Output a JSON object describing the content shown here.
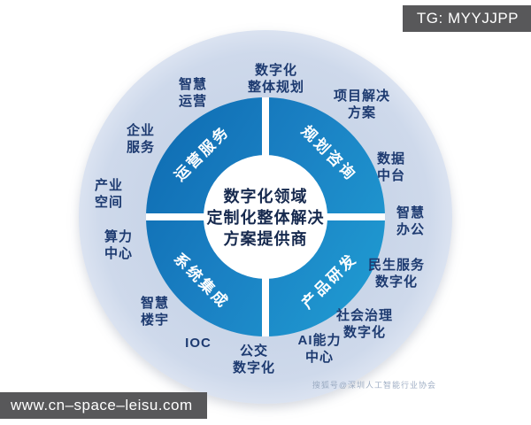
{
  "badges": {
    "telegram": "TG: MYYJJPP",
    "website": "www.cn–space–leisu.com"
  },
  "watermark": "搜狐号@深圳人工智能行业协会",
  "diagram": {
    "center": {
      "line1": "数字化领域",
      "line2": "定制化整体解决",
      "line3": "方案提供商"
    },
    "quadrants": {
      "top_left": "运营服务",
      "top_right": "规划咨询",
      "bottom_left": "系统集成",
      "bottom_right": "产品研发"
    },
    "outer": {
      "smart_operation": {
        "l1": "智慧",
        "l2": "运营"
      },
      "digital_overall_planning": {
        "l1": "数字化",
        "l2": "整体规划"
      },
      "project_solution": {
        "l1": "项目解决",
        "l2": "方案"
      },
      "data_platform": {
        "l1": "数据",
        "l2": "中台"
      },
      "smart_office": {
        "l1": "智慧",
        "l2": "办公"
      },
      "livelihood_digital": {
        "l1": "民生服务",
        "l2": "数字化"
      },
      "governance_digital": {
        "l1": "社会治理",
        "l2": "数字化"
      },
      "ai_capability_center": {
        "l1": "AI能力",
        "l2": "中心"
      },
      "bus_digital": {
        "l1": "公交",
        "l2": "数字化"
      },
      "ioc": {
        "l1": "IOC"
      },
      "smart_building": {
        "l1": "智慧",
        "l2": "楼宇"
      },
      "computing_center": {
        "l1": "算力",
        "l2": "中心"
      },
      "industry_space": {
        "l1": "产业",
        "l2": "空间"
      },
      "enterprise_service": {
        "l1": "企业",
        "l2": "服务"
      }
    },
    "colors": {
      "outer_ring": "#ccd8ea",
      "inner_ring_start": "#0e6cb2",
      "inner_ring_end": "#1f98d0",
      "label_navy": "#1d3a70",
      "badge_bg": "#58585a"
    }
  }
}
